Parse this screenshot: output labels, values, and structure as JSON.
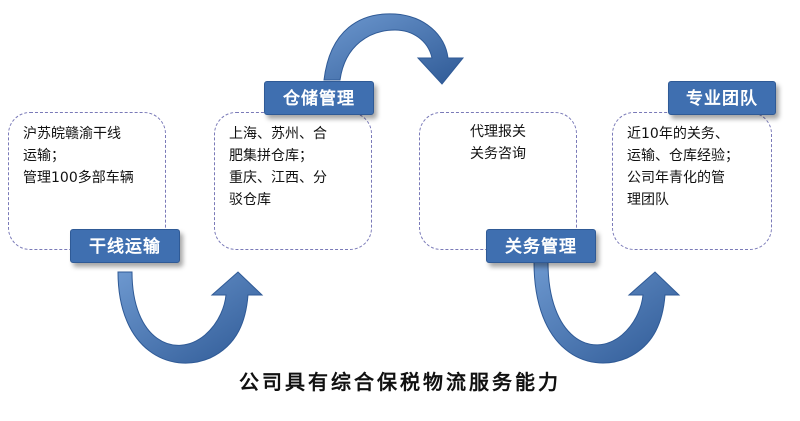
{
  "cards": [
    {
      "id": "trunk",
      "label": "干线运输",
      "lines": [
        "沪苏皖赣渝干线",
        "运输；",
        "管理100多部车辆"
      ]
    },
    {
      "id": "storage",
      "label": "仓储管理",
      "lines": [
        "上海、苏州、合",
        "肥集拼仓库；",
        "重庆、江西、分",
        "驳仓库"
      ]
    },
    {
      "id": "customs",
      "label": "关务管理",
      "lines": [
        "代理报关",
        "关务咨询"
      ]
    },
    {
      "id": "team",
      "label": "专业团队",
      "lines": [
        "近10年的关务、",
        "运输、仓库经验；",
        "公司年青化的管",
        "理团队"
      ]
    }
  ],
  "caption": "公司具有综合保税物流服务能力",
  "colors": {
    "tag_fill": "#3f6fb0",
    "arrow_fill": "#4a78b8",
    "box_border": "#7a7ab8"
  }
}
